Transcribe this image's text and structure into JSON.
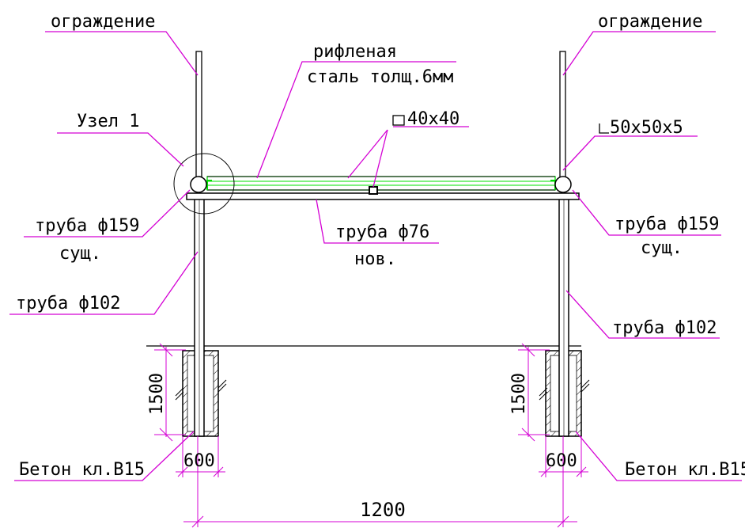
{
  "labels": {
    "fence_left": "ограждение",
    "fence_right": "ограждение",
    "plate_line1": "рифленая",
    "plate_line2": "сталь толщ.6мм",
    "square_profile": "40x40",
    "node": "Узел 1",
    "angle": "50x50x5",
    "pipe159_left": "труба ф159",
    "pipe159_left_sub": "сущ.",
    "pipe76": "труба ф76",
    "pipe76_sub": "нов.",
    "pipe159_right": "труба ф159",
    "pipe159_right_sub": "сущ.",
    "pipe102_left": "труба ф102",
    "pipe102_right": "труба ф102",
    "dim_height_left": "1500",
    "dim_height_right": "1500",
    "dim_width_left": "600",
    "dim_width_right": "600",
    "concrete_left": "Бетон кл.В15",
    "concrete_right": "Бетон кл.В15",
    "span": "1200"
  },
  "colors": {
    "leader": "#d400d4",
    "plate": "#00e000",
    "line": "#000000"
  }
}
